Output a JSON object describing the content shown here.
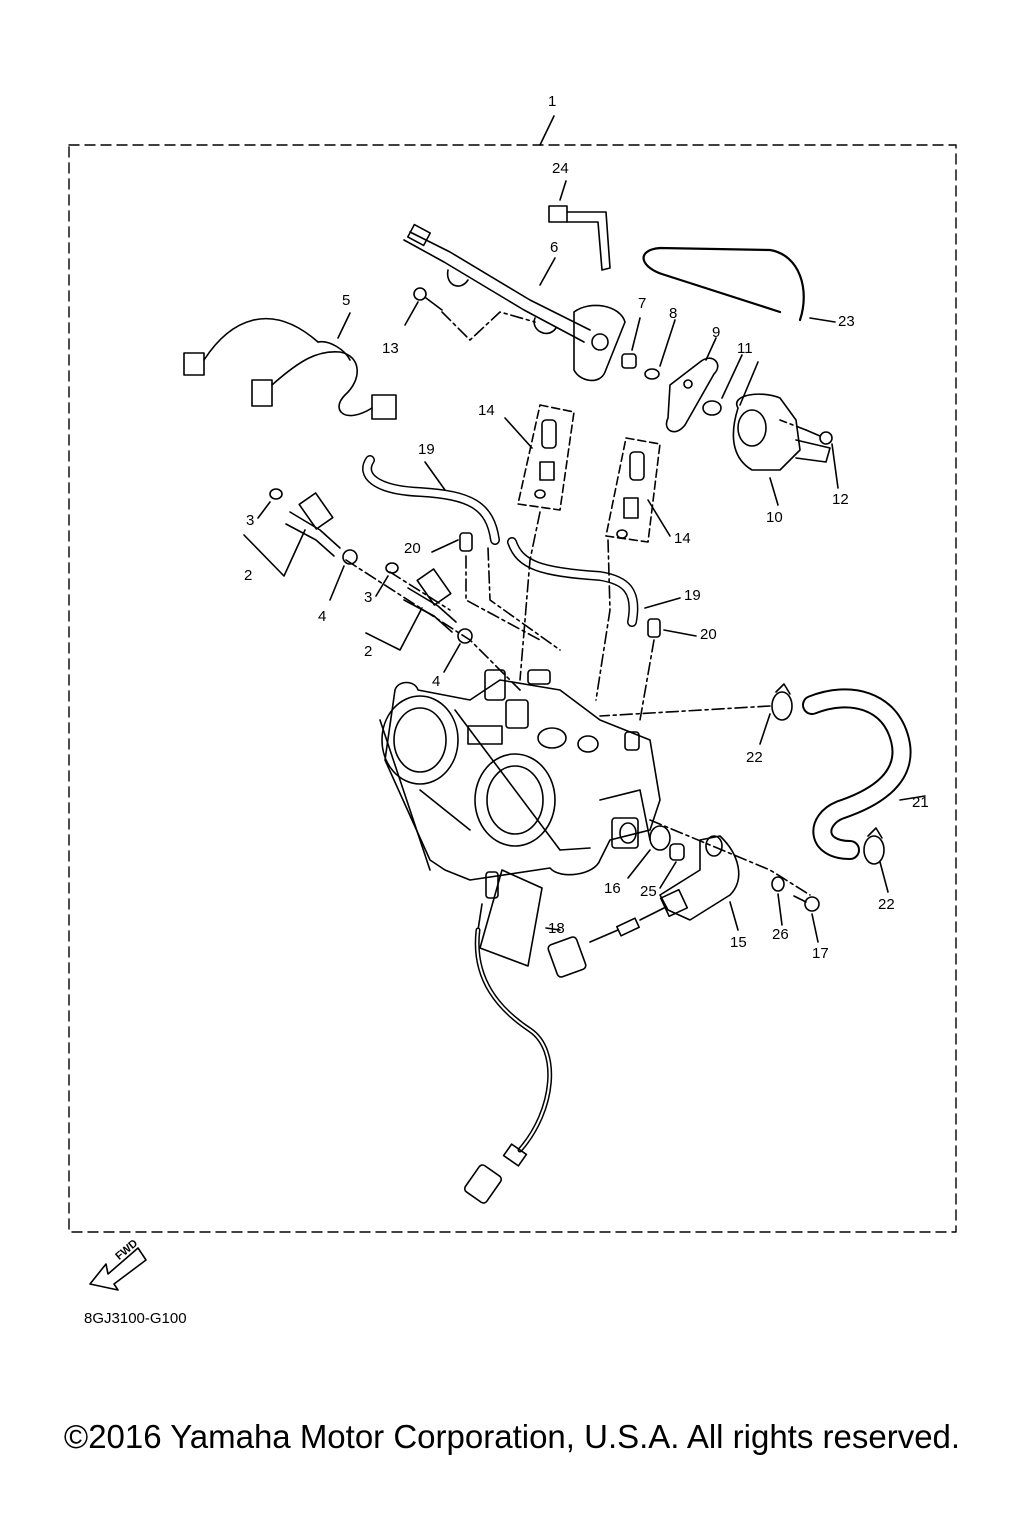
{
  "assembly_label": "1",
  "callouts": [
    "2",
    "2",
    "3",
    "3",
    "4",
    "4",
    "5",
    "6",
    "7",
    "8",
    "9",
    "10",
    "11",
    "12",
    "13",
    "14",
    "14",
    "15",
    "16",
    "17",
    "18",
    "19",
    "19",
    "20",
    "20",
    "21",
    "22",
    "22",
    "23",
    "24",
    "25",
    "26"
  ],
  "fwd_label": "FWD",
  "diagram_code": "8GJ3100-G100",
  "copyright": "©2016 Yamaha Motor Corporation, U.S.A. All rights reserved."
}
